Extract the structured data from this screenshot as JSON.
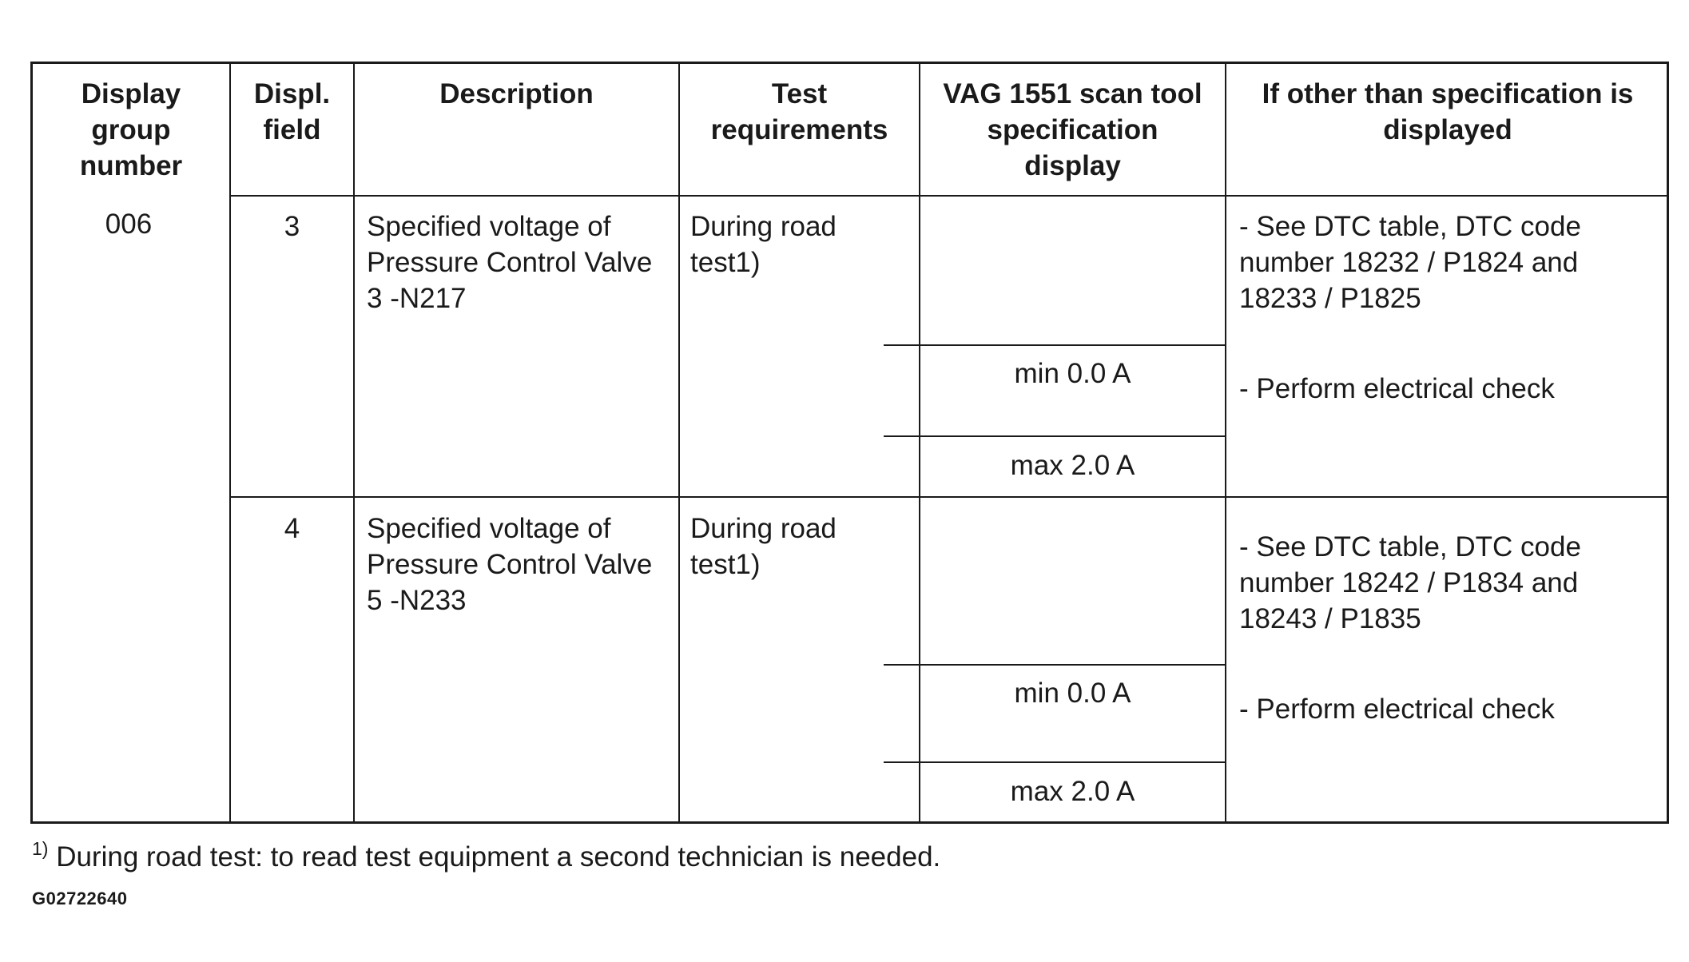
{
  "table": {
    "headers": [
      "Display\ngroup\nnumber",
      "Displ.\nfield",
      "Description",
      "Test\nrequirements",
      "VAG 1551 scan tool\nspecification\ndisplay",
      "If other than specification is\ndisplayed"
    ],
    "display_group_number": "006",
    "rows": [
      {
        "field": "3",
        "description": "Specified voltage of\nPressure Control Valve\n3 -N217",
        "test_requirements": "During road\ntest1)",
        "spec_min": "min 0.0 A",
        "spec_max": "max 2.0 A",
        "action_dtc": "- See DTC table, DTC code\nnumber 18232 / P1824 and\n18233 / P1825",
        "action_check": "- Perform electrical check"
      },
      {
        "field": "4",
        "description": "Specified voltage of\nPressure Control Valve\n5 -N233",
        "test_requirements": "During road\ntest1)",
        "spec_min": "min 0.0 A",
        "spec_max": "max 2.0 A",
        "action_dtc": "- See DTC table, DTC code\nnumber 18242 / P1834 and\n18243 / P1835",
        "action_check": "- Perform electrical check"
      }
    ]
  },
  "footnote": {
    "marker": "1)",
    "text": "During road test: to read test equipment a second technician is needed."
  },
  "figure_id": "G02722640"
}
